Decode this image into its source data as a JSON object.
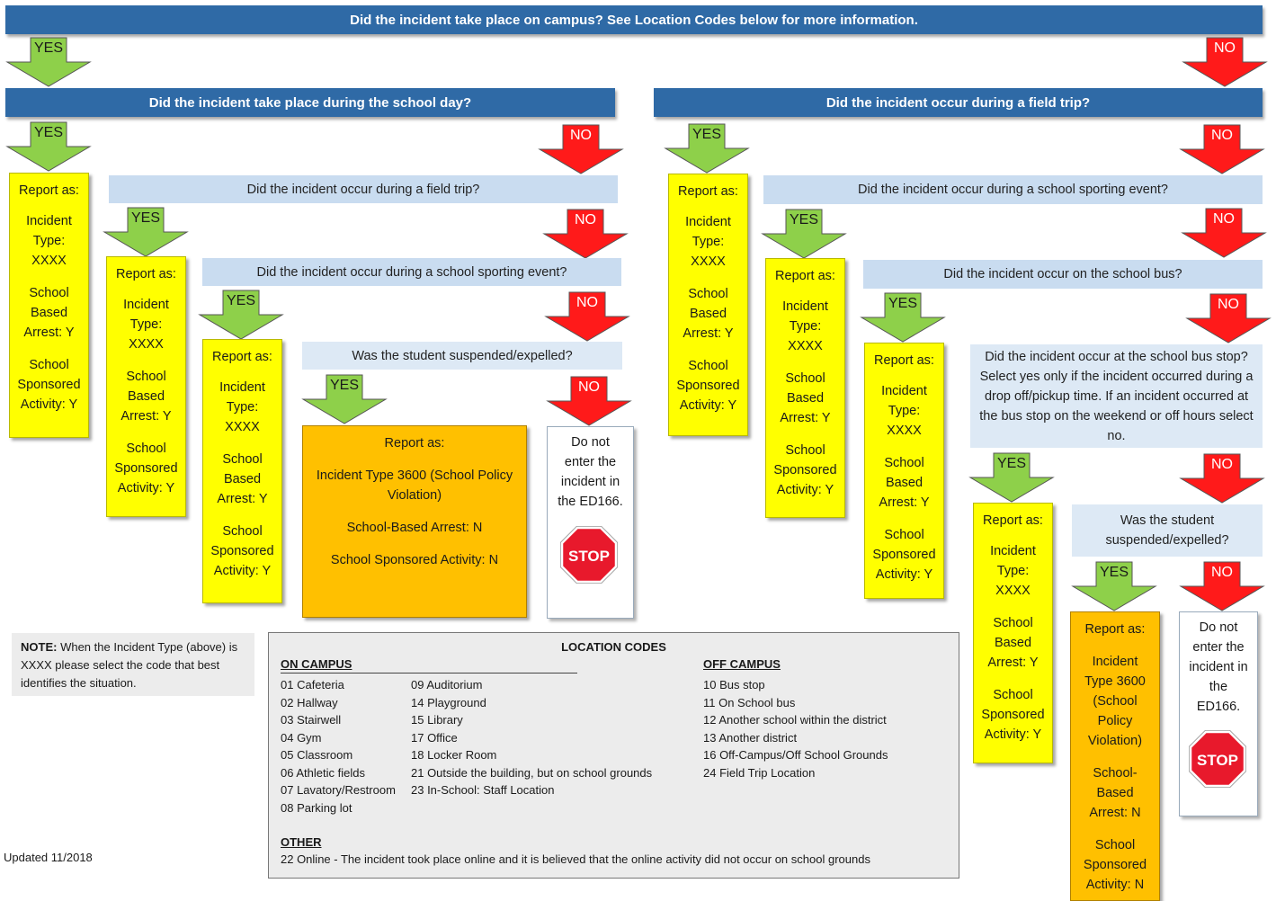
{
  "colors": {
    "bar_dark": "#2f6aa6",
    "bar_light": "#c9dcf0",
    "yes_green": "#8ed04a",
    "no_red": "#ff1a1a",
    "report_yellow": "#ffff00",
    "report_orange": "#ffc000",
    "stop_red": "#e8192c"
  },
  "top_question": "Did the incident take place on campus? See Location Codes below for more information.",
  "yes": "YES",
  "no": "NO",
  "left": {
    "q1": "Did the incident take place during the school day?",
    "q2": "Did the incident occur during a field trip?",
    "q3": "Did the incident occur during a school sporting event?",
    "q4": "Was the student suspended/expelled?",
    "report1": [
      "Report as:",
      "Incident Type: XXXX",
      "School Based Arrest: Y",
      "School Sponsored Activity: Y"
    ],
    "report2": [
      "Report as:",
      "Incident Type: XXXX",
      "School Based Arrest: Y",
      "School Sponsored Activity: Y"
    ],
    "report3": [
      "Report as:",
      "Incident Type: XXXX",
      "School Based Arrest: Y",
      "School Sponsored Activity: Y"
    ],
    "report_orange": [
      "Report as:",
      "Incident Type 3600 (School Policy Violation)",
      "School-Based Arrest: N",
      "School Sponsored Activity: N"
    ],
    "do_not": "Do not enter the incident in the ED166."
  },
  "right": {
    "q1": "Did the incident occur during a field trip?",
    "q2": "Did the incident occur during a school sporting event?",
    "q3": "Did the incident occur on the school bus?",
    "q4": "Did the incident occur at the school bus stop? Select yes only if the incident occurred during a drop off/pickup time. If an incident occurred at the bus stop on the weekend or off hours select no.",
    "q5": "Was the student suspended/expelled?",
    "report1": [
      "Report as:",
      "Incident Type: XXXX",
      "School Based Arrest: Y",
      "School Sponsored Activity: Y"
    ],
    "report2": [
      "Report as:",
      "Incident Type: XXXX",
      "School Based Arrest: Y",
      "School Sponsored Activity: Y"
    ],
    "report3": [
      "Report as:",
      "Incident Type: XXXX",
      "School Based Arrest: Y",
      "School Sponsored Activity: Y"
    ],
    "report4": [
      "Report as:",
      "Incident Type: XXXX",
      "School Based Arrest: Y",
      "School Sponsored Activity: Y"
    ],
    "report_orange": [
      "Report as:",
      "Incident Type 3600 (School Policy Violation)",
      "School-Based Arrest: N",
      "School Sponsored Activity: N"
    ],
    "do_not": "Do not enter the incident in the ED166."
  },
  "stop_text": "STOP",
  "note": {
    "label": "NOTE:",
    "text": "When the Incident Type (above) is XXXX please select the code that best identifies the situation."
  },
  "updated": "Updated 11/2018",
  "location_codes": {
    "title": "LOCATION CODES",
    "on_campus_header": "ON CAMPUS",
    "off_campus_header": "OFF CAMPUS",
    "other_header": "OTHER",
    "on_campus_col1": [
      "01 Cafeteria",
      "02 Hallway",
      "03 Stairwell",
      "04 Gym",
      "05 Classroom",
      "06 Athletic fields",
      "07 Lavatory/Restroom",
      "08 Parking lot"
    ],
    "on_campus_col2": [
      "09 Auditorium",
      "14 Playground",
      "15 Library",
      "17 Office",
      "18 Locker Room",
      "21 Outside the building, but on school grounds",
      "23 In-School: Staff Location"
    ],
    "off_campus": [
      "10 Bus stop",
      "11 On School bus",
      "12 Another school within the district",
      "13 Another district",
      "16 Off-Campus/Off School Grounds",
      "24 Field Trip Location"
    ],
    "other": "22 Online - The incident took place online and it is believed that the online activity did not occur on school grounds"
  }
}
